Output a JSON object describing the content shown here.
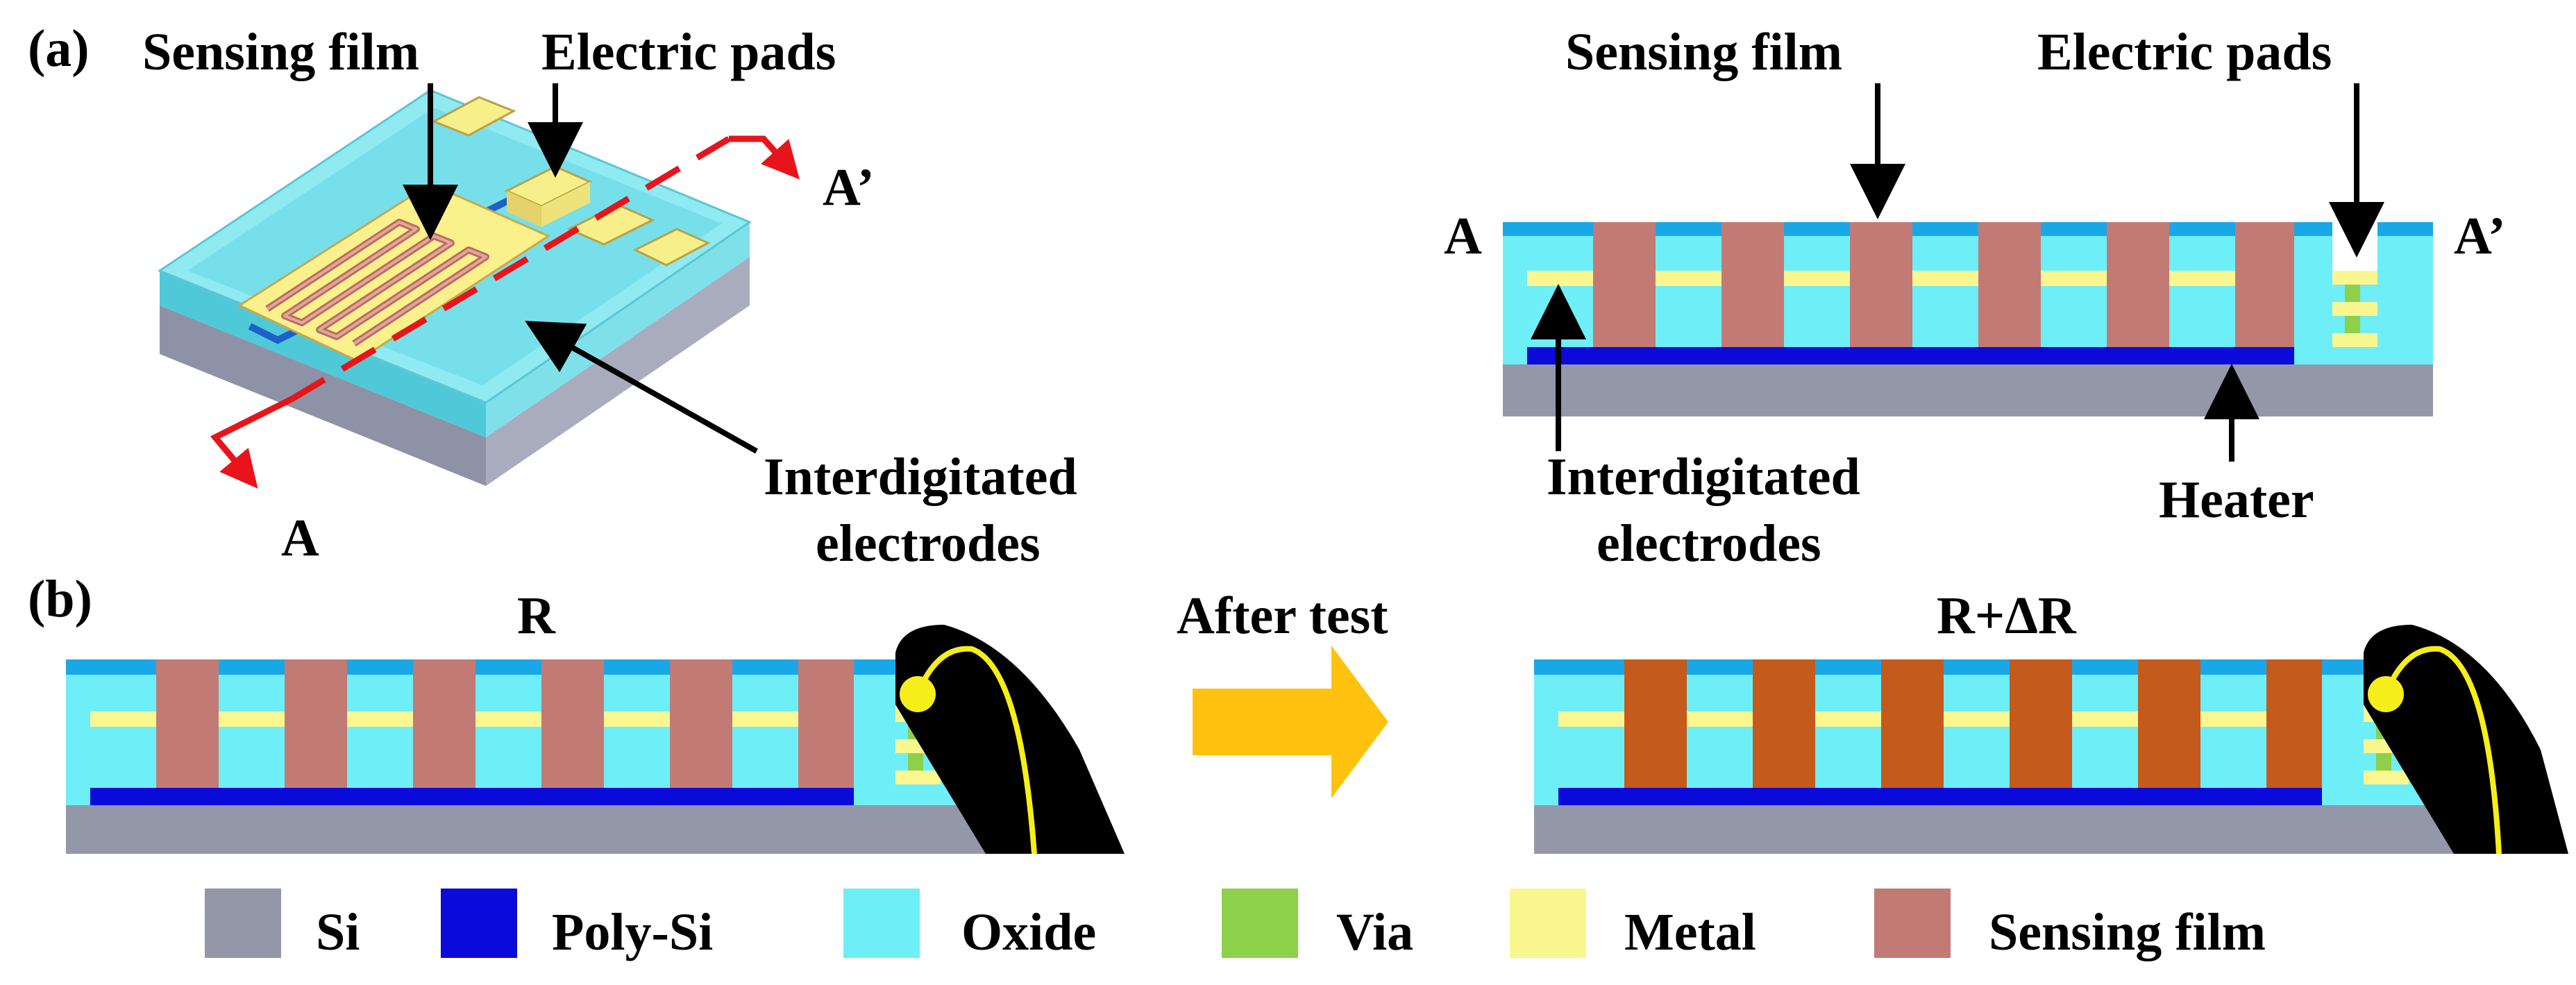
{
  "panel_labels": {
    "a": "(a)",
    "b": "(b)"
  },
  "section_a_left": {
    "sensing_film": "Sensing film",
    "electric_pads": "Electric pads",
    "interdigitated_line1": "Interdigitated",
    "interdigitated_line2": "electrodes",
    "section_start": "A",
    "section_end": "A’"
  },
  "section_a_right": {
    "sensing_film": "Sensing film",
    "electric_pads": "Electric pads",
    "interdigitated_line1": "Interdigitated",
    "interdigitated_line2": "electrodes",
    "heater": "Heater",
    "section_start": "A",
    "section_end": "A’"
  },
  "section_b": {
    "before_label": "R",
    "arrow_label": "After test",
    "after_label": "R+ΔR"
  },
  "legend": [
    {
      "key": "si",
      "label": "Si",
      "color": "#9397A8"
    },
    {
      "key": "poly_si",
      "label": "Poly-Si",
      "color": "#0A0ADB"
    },
    {
      "key": "oxide",
      "label": "Oxide",
      "color": "#6EEEF7"
    },
    {
      "key": "via",
      "label": "Via",
      "color": "#8DD04A"
    },
    {
      "key": "metal",
      "label": "Metal",
      "color": "#FAF791"
    },
    {
      "key": "sensing_film",
      "label": "Sensing film",
      "color": "#C27B74"
    }
  ],
  "colors": {
    "si": "#9397A8",
    "poly_si": "#0A0ADB",
    "oxide": "#6EEEF7",
    "oxide_top": "#1AA7E8",
    "via": "#8DD04A",
    "metal": "#FAF791",
    "sensing_film": "#C27B74",
    "sensing_film_after": "#C45A1C",
    "section_line": "#E8141B",
    "arrow_orange": "#FFC20E",
    "wire": "#F5EE1A"
  }
}
